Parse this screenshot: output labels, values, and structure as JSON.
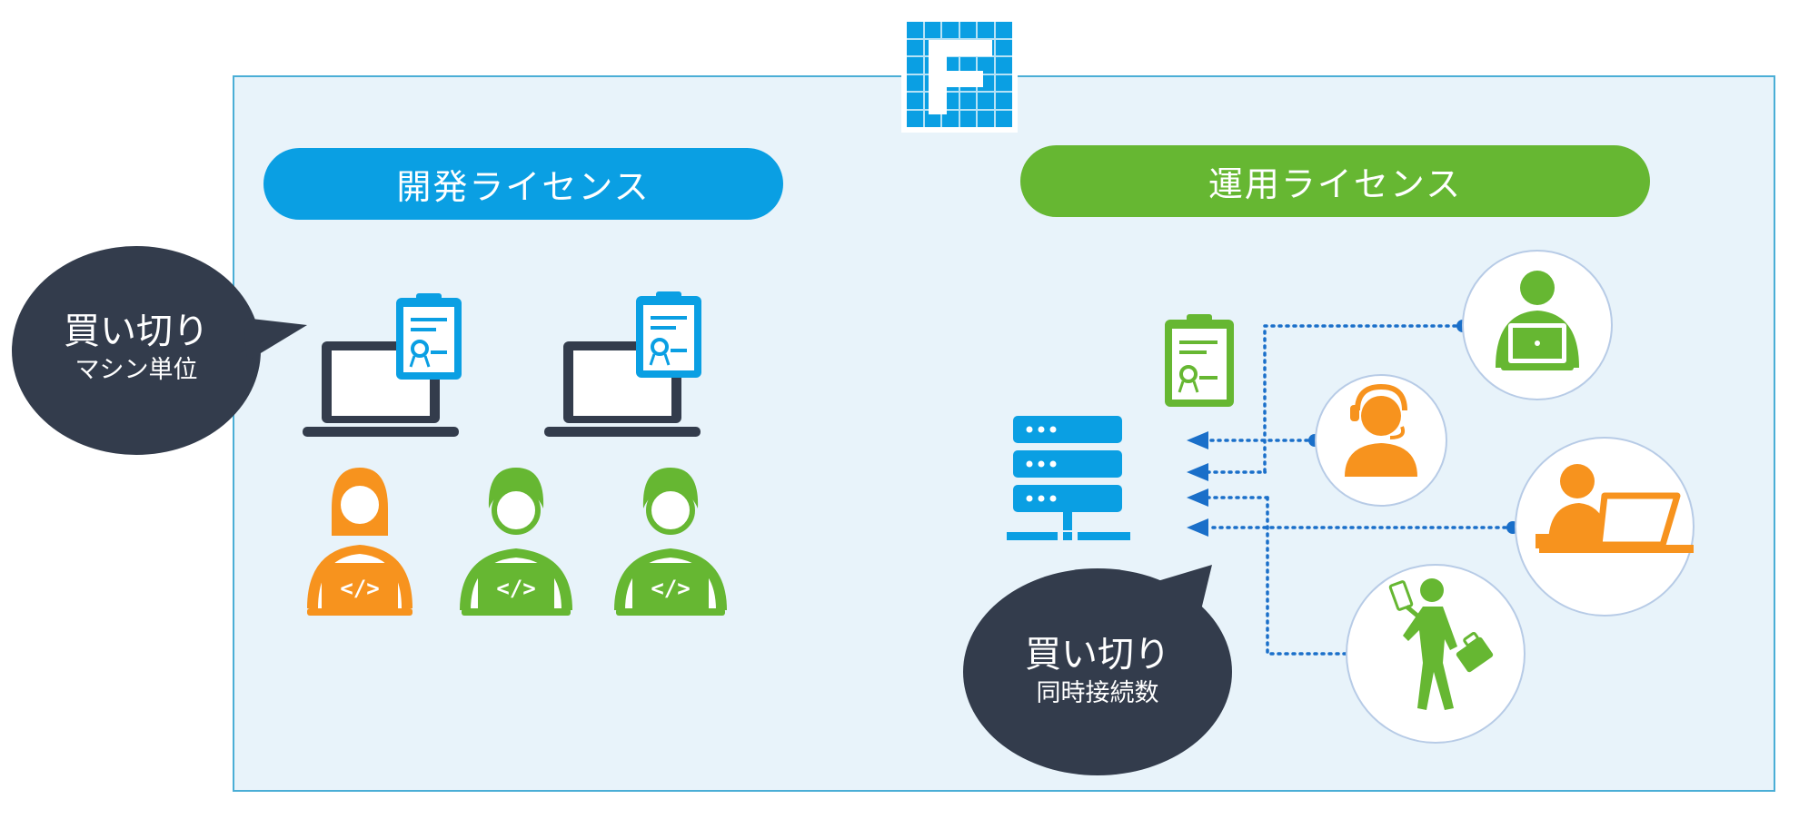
{
  "logo": {
    "icon": "f-grid-logo",
    "color": "#0a9fe3"
  },
  "dev_license": {
    "label": "開発ライセンス",
    "color": "#0a9fe3"
  },
  "ops_license": {
    "label": "運用ライセンス",
    "color": "#66b732"
  },
  "bubble_dev": {
    "main": "買い切り",
    "sub": "マシン単位"
  },
  "bubble_ops": {
    "main": "買い切り",
    "sub": "同時接続数"
  },
  "colors": {
    "dark": "#333c4c",
    "blue": "#0a9fe3",
    "green": "#66b732",
    "orange": "#f7931e",
    "connector": "#1a6fc9"
  }
}
